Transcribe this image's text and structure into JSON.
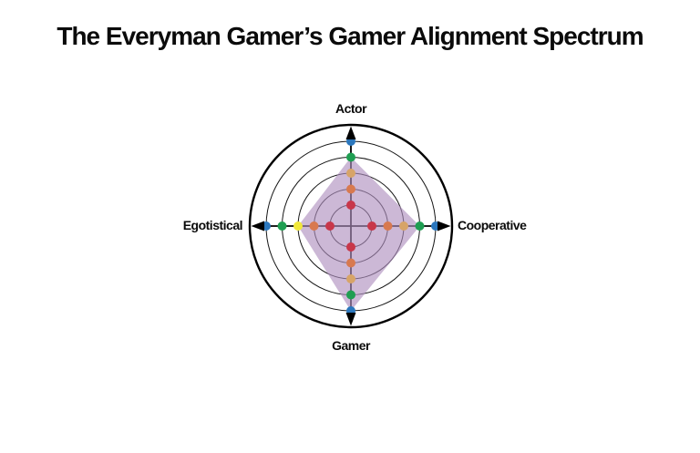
{
  "chart_data": {
    "type": "radar",
    "title": "The Everyman Gamer’s Gamer Alignment Spectrum",
    "scale": {
      "min": 1,
      "max": 5,
      "rings": 5
    },
    "axes": [
      {
        "label": "Actor",
        "direction": "up",
        "value": 4,
        "marker_colors": [
          "#c8374a",
          "#d8794f",
          "#d7a468",
          "#1f9e52",
          "#2b77bd"
        ]
      },
      {
        "label": "Cooperative",
        "direction": "right",
        "value": 4,
        "marker_colors": [
          "#c8374a",
          "#d8794f",
          "#d7a468",
          "#1f9e52",
          "#2b77bd"
        ]
      },
      {
        "label": "Gamer",
        "direction": "down",
        "value": 5,
        "marker_colors": [
          "#c8374a",
          "#d8794f",
          "#d7a468",
          "#1f9e52",
          "#2b77bd"
        ]
      },
      {
        "label": "Egotistical",
        "direction": "left",
        "value": 3,
        "marker_colors": [
          "#c8374a",
          "#d8794f",
          "#f1e73a",
          "#1f9e52",
          "#2b77bd"
        ]
      }
    ],
    "fill_color": "rgba(175,143,190,0.63)",
    "grid_color": "#161616",
    "axis_color": "#000000",
    "outer_circle_color": "#000000",
    "legend": "none",
    "grid": "concentric-circles"
  }
}
